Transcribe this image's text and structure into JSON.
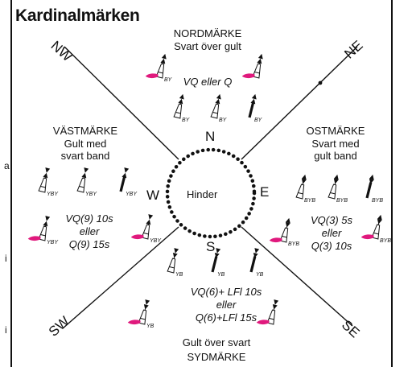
{
  "title": "Kardinalmärken",
  "center_label": "Hinder",
  "compass": {
    "n": "N",
    "s": "S",
    "e": "E",
    "w": "W"
  },
  "diagonals": {
    "nw": "NW",
    "ne": "NE",
    "sw": "SW",
    "se": "SE"
  },
  "north": {
    "name": "NORDMÄRKE",
    "desc": "Svart över gult",
    "light": "VQ eller Q",
    "code": "BY"
  },
  "west": {
    "name": "VÄSTMÄRKE",
    "desc1": "Gult med",
    "desc2": "svart band",
    "light1": "VQ(9) 10s",
    "light2": "eller",
    "light3": "Q(9) 15s",
    "code": "YBY"
  },
  "east": {
    "name": "OSTMÄRKE",
    "desc1": "Svart med",
    "desc2": "gult band",
    "light1": "VQ(3) 5s",
    "light2": "eller",
    "light3": "Q(3) 10s",
    "code": "BYB"
  },
  "south": {
    "name": "SYDMÄRKE",
    "desc": "Gult över svart",
    "light1": "VQ(6)+ LFl 10s",
    "light2": "eller",
    "light3": "Q(6)+LFl 15s",
    "code": "YB"
  },
  "side_marks": [
    "a",
    "i",
    "i"
  ],
  "colors": {
    "line": "#111111",
    "light_flash": "#e0197d"
  }
}
